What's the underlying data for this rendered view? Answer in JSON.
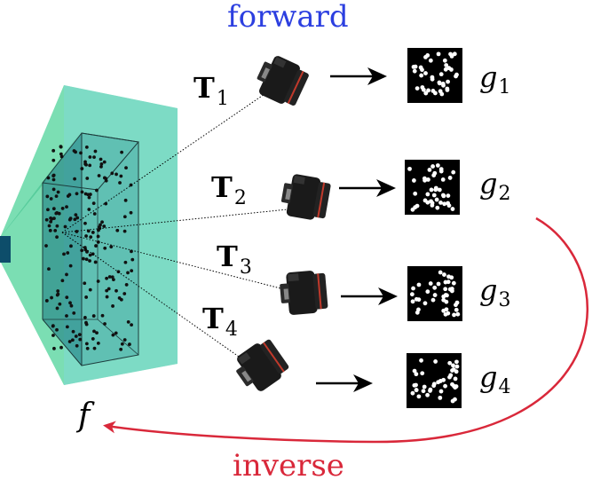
{
  "labels": {
    "forward": "forward",
    "inverse": "inverse",
    "volume": "f"
  },
  "cameras": [
    {
      "transform": "T",
      "index": "1",
      "measurement": "g",
      "measurement_index": "1"
    },
    {
      "transform": "T",
      "index": "2",
      "measurement": "g",
      "measurement_index": "2"
    },
    {
      "transform": "T",
      "index": "3",
      "measurement": "g",
      "measurement_index": "3"
    },
    {
      "transform": "T",
      "index": "4",
      "measurement": "g",
      "measurement_index": "4"
    }
  ],
  "colors": {
    "forward": "#2c3fe0",
    "inverse": "#d9283a",
    "frustum_green": "#3fd08c",
    "frustum_teal": "#5fc8c8",
    "box_teal": "#2a8f92",
    "source": "#0d4d6a",
    "image_bg": "#000000",
    "particle": "#ffffff"
  }
}
